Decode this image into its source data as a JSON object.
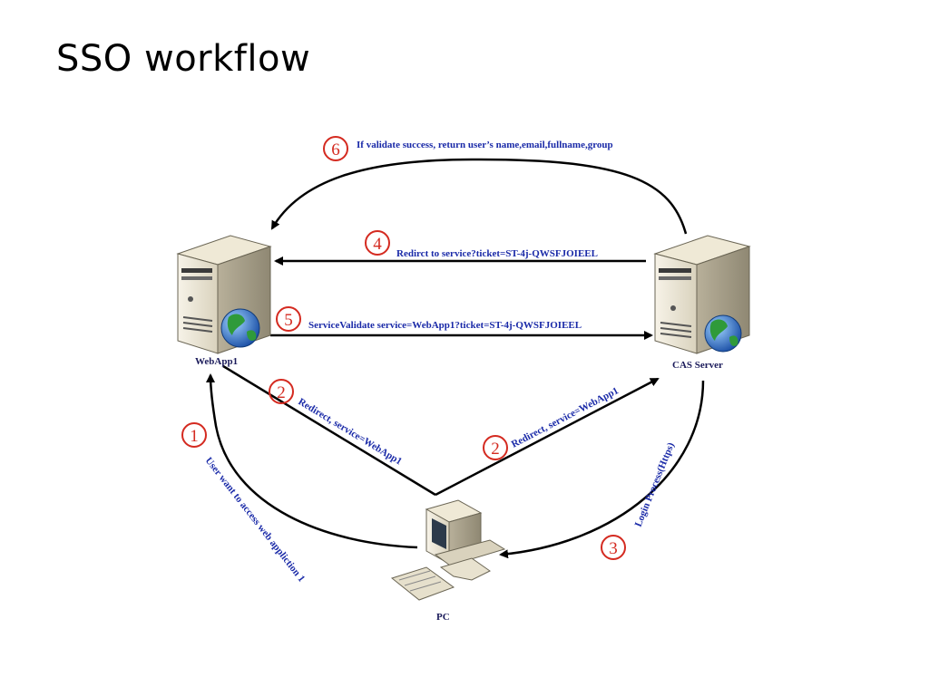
{
  "title": "SSO workflow",
  "nodes": {
    "webapp": "WebApp1",
    "cas": "CAS Server",
    "pc": "PC"
  },
  "steps": {
    "s1": {
      "num": "1",
      "label": "User want to access web appliction 1"
    },
    "s2a": {
      "num": "2",
      "label": "Redirect, service=WebApp1"
    },
    "s2b": {
      "num": "2",
      "label": "Redirect, service=WebApp1"
    },
    "s3": {
      "num": "3",
      "label": "Login Process(Https)"
    },
    "s4": {
      "num": "4",
      "label": "Redirct to service?ticket=ST-4j-QWSFJOIEEL"
    },
    "s5": {
      "num": "5",
      "label": "ServiceValidate service=WebApp1?ticket=ST-4j-QWSFJOIEEL"
    },
    "s6": {
      "num": "6",
      "label": "If validate success, return user’s name,email,fullname,group"
    }
  },
  "colors": {
    "step_red": "#d42a20",
    "label_blue": "#1a2aa8",
    "arrow": "#000000"
  },
  "icons": [
    "server-icon",
    "globe-icon",
    "desktop-computer-icon"
  ]
}
